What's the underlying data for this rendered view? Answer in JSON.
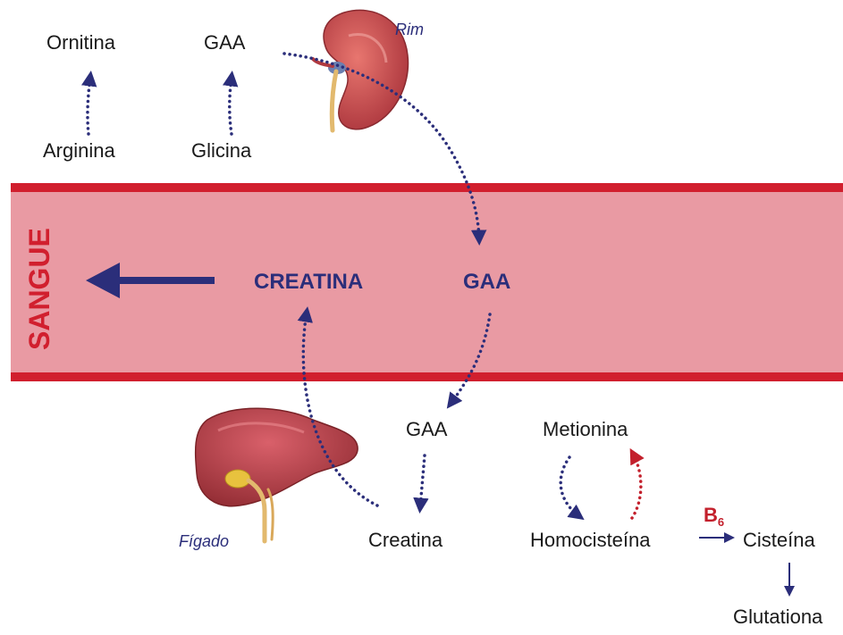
{
  "colors": {
    "blood_band": "#e99aa3",
    "blood_border": "#d11f2e",
    "arrow_blue": "#2b2e7a",
    "arrow_red": "#c3202c",
    "organ_red": "#c8434a"
  },
  "organs": {
    "kidney_label": "Rim",
    "liver_label": "Fígado"
  },
  "blood": {
    "side_label": "SANGUE",
    "creatina": "CREATINA",
    "gaa": "GAA"
  },
  "kidney_pathway": {
    "ornitina": "Ornitina",
    "arginina": "Arginina",
    "gaa": "GAA",
    "glicina": "Glicina"
  },
  "liver_pathway": {
    "gaa": "GAA",
    "creatina": "Creatina",
    "metionina": "Metionina",
    "homocisteina": "Homocisteína",
    "cofactor_letter": "B",
    "cofactor_number": "6",
    "cisteina": "Cisteína",
    "glutationa": "Glutationa"
  },
  "icons": {
    "kidney": "kidney-icon",
    "liver": "liver-icon"
  }
}
